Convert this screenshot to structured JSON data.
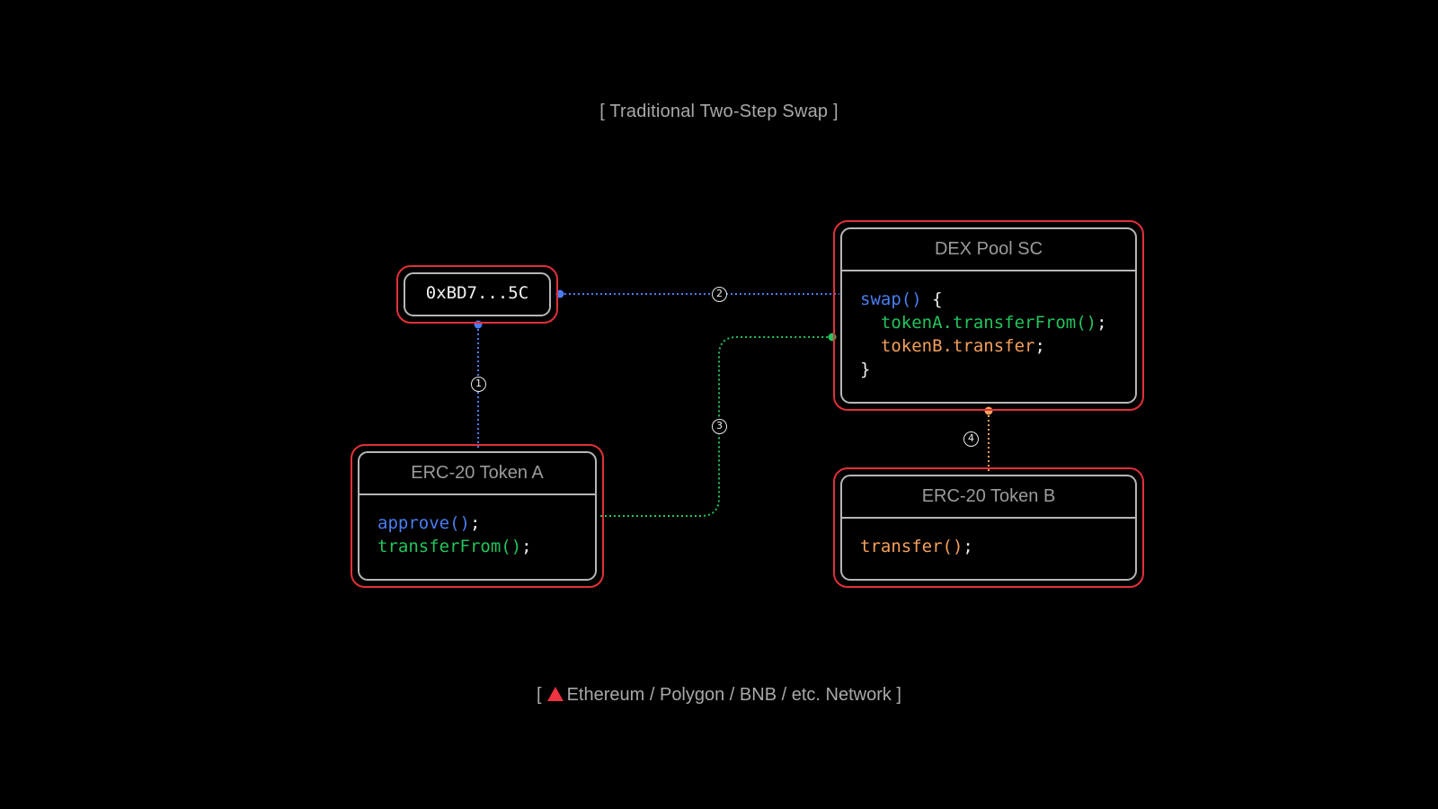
{
  "title": "[ Traditional Two-Step Swap ]",
  "wallet": {
    "address": "0xBD7...5C"
  },
  "dex_pool": {
    "title": "DEX Pool SC",
    "code": {
      "line1_fn": "swap()",
      "line1_brace": " {",
      "line2_call": "tokenA.transferFrom()",
      "line2_end": ";",
      "line3_call": "tokenB.transfer",
      "line3_end": ";",
      "line4": "}"
    }
  },
  "token_a": {
    "title": "ERC-20 Token A",
    "code": {
      "line1_call": "approve()",
      "line1_end": ";",
      "line2_call": "transferFrom()",
      "line2_end": ";"
    }
  },
  "token_b": {
    "title": "ERC-20 Token B",
    "code": {
      "line1_call": "transfer()",
      "line1_end": ";"
    }
  },
  "steps": [
    "1",
    "2",
    "3",
    "4"
  ],
  "footer": {
    "open": "[",
    "text": "Ethereum / Polygon / BNB / etc. Network ]"
  },
  "colors": {
    "background": "#000000",
    "outline_red": "#e2303a",
    "blue": "#4a7df0",
    "green": "#22c55e",
    "orange": "#f5a05a",
    "network_triangle": "#ef3340"
  }
}
